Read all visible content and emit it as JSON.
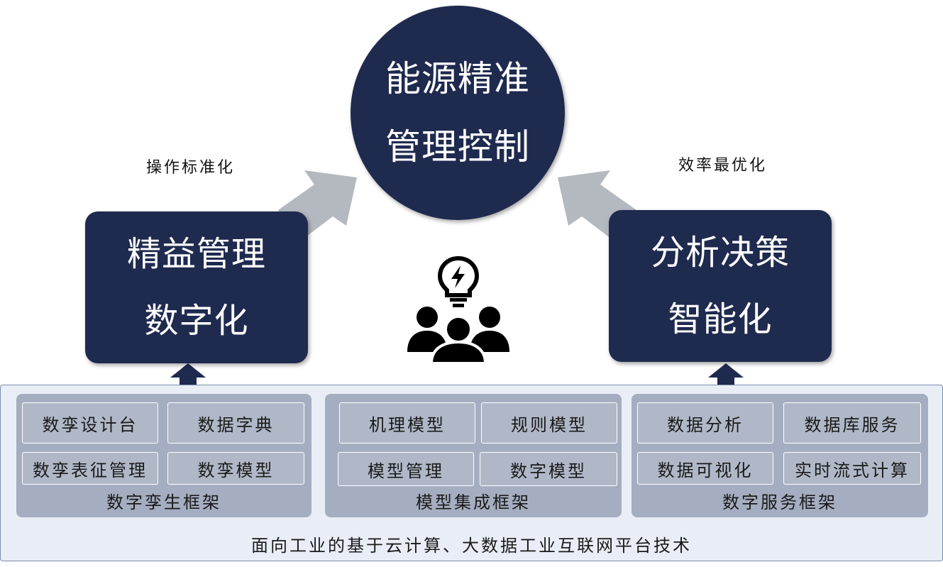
{
  "center": {
    "line1": "能源精准",
    "line2": "管理控制"
  },
  "left_box": {
    "line1": "精益管理",
    "line2": "数字化"
  },
  "right_box": {
    "line1": "分析决策",
    "line2": "智能化"
  },
  "left_label": "操作标准化",
  "right_label": "效率最优化",
  "groups": [
    {
      "title": "数字孪生框架",
      "items": [
        "数孪设计台",
        "数据字典",
        "数孪表征管理",
        "数孪模型"
      ]
    },
    {
      "title": "模型集成框架",
      "items": [
        "机理模型",
        "规则模型",
        "模型管理",
        "数字模型"
      ]
    },
    {
      "title": "数字服务框架",
      "items": [
        "数据分析",
        "数据库服务",
        "数据可视化",
        "实时流式计算"
      ]
    }
  ],
  "platform_title": "面向工业的基于云计算、大数据工业互联网平台技术",
  "colors": {
    "navy": "#1f2a4f",
    "arrow_gray": "#b4b8bf",
    "group_bg": "#a5aec0",
    "platform_bg": "#e9eef6"
  },
  "icons": [
    "lightbulb-bolt-icon",
    "team-people-icon"
  ]
}
